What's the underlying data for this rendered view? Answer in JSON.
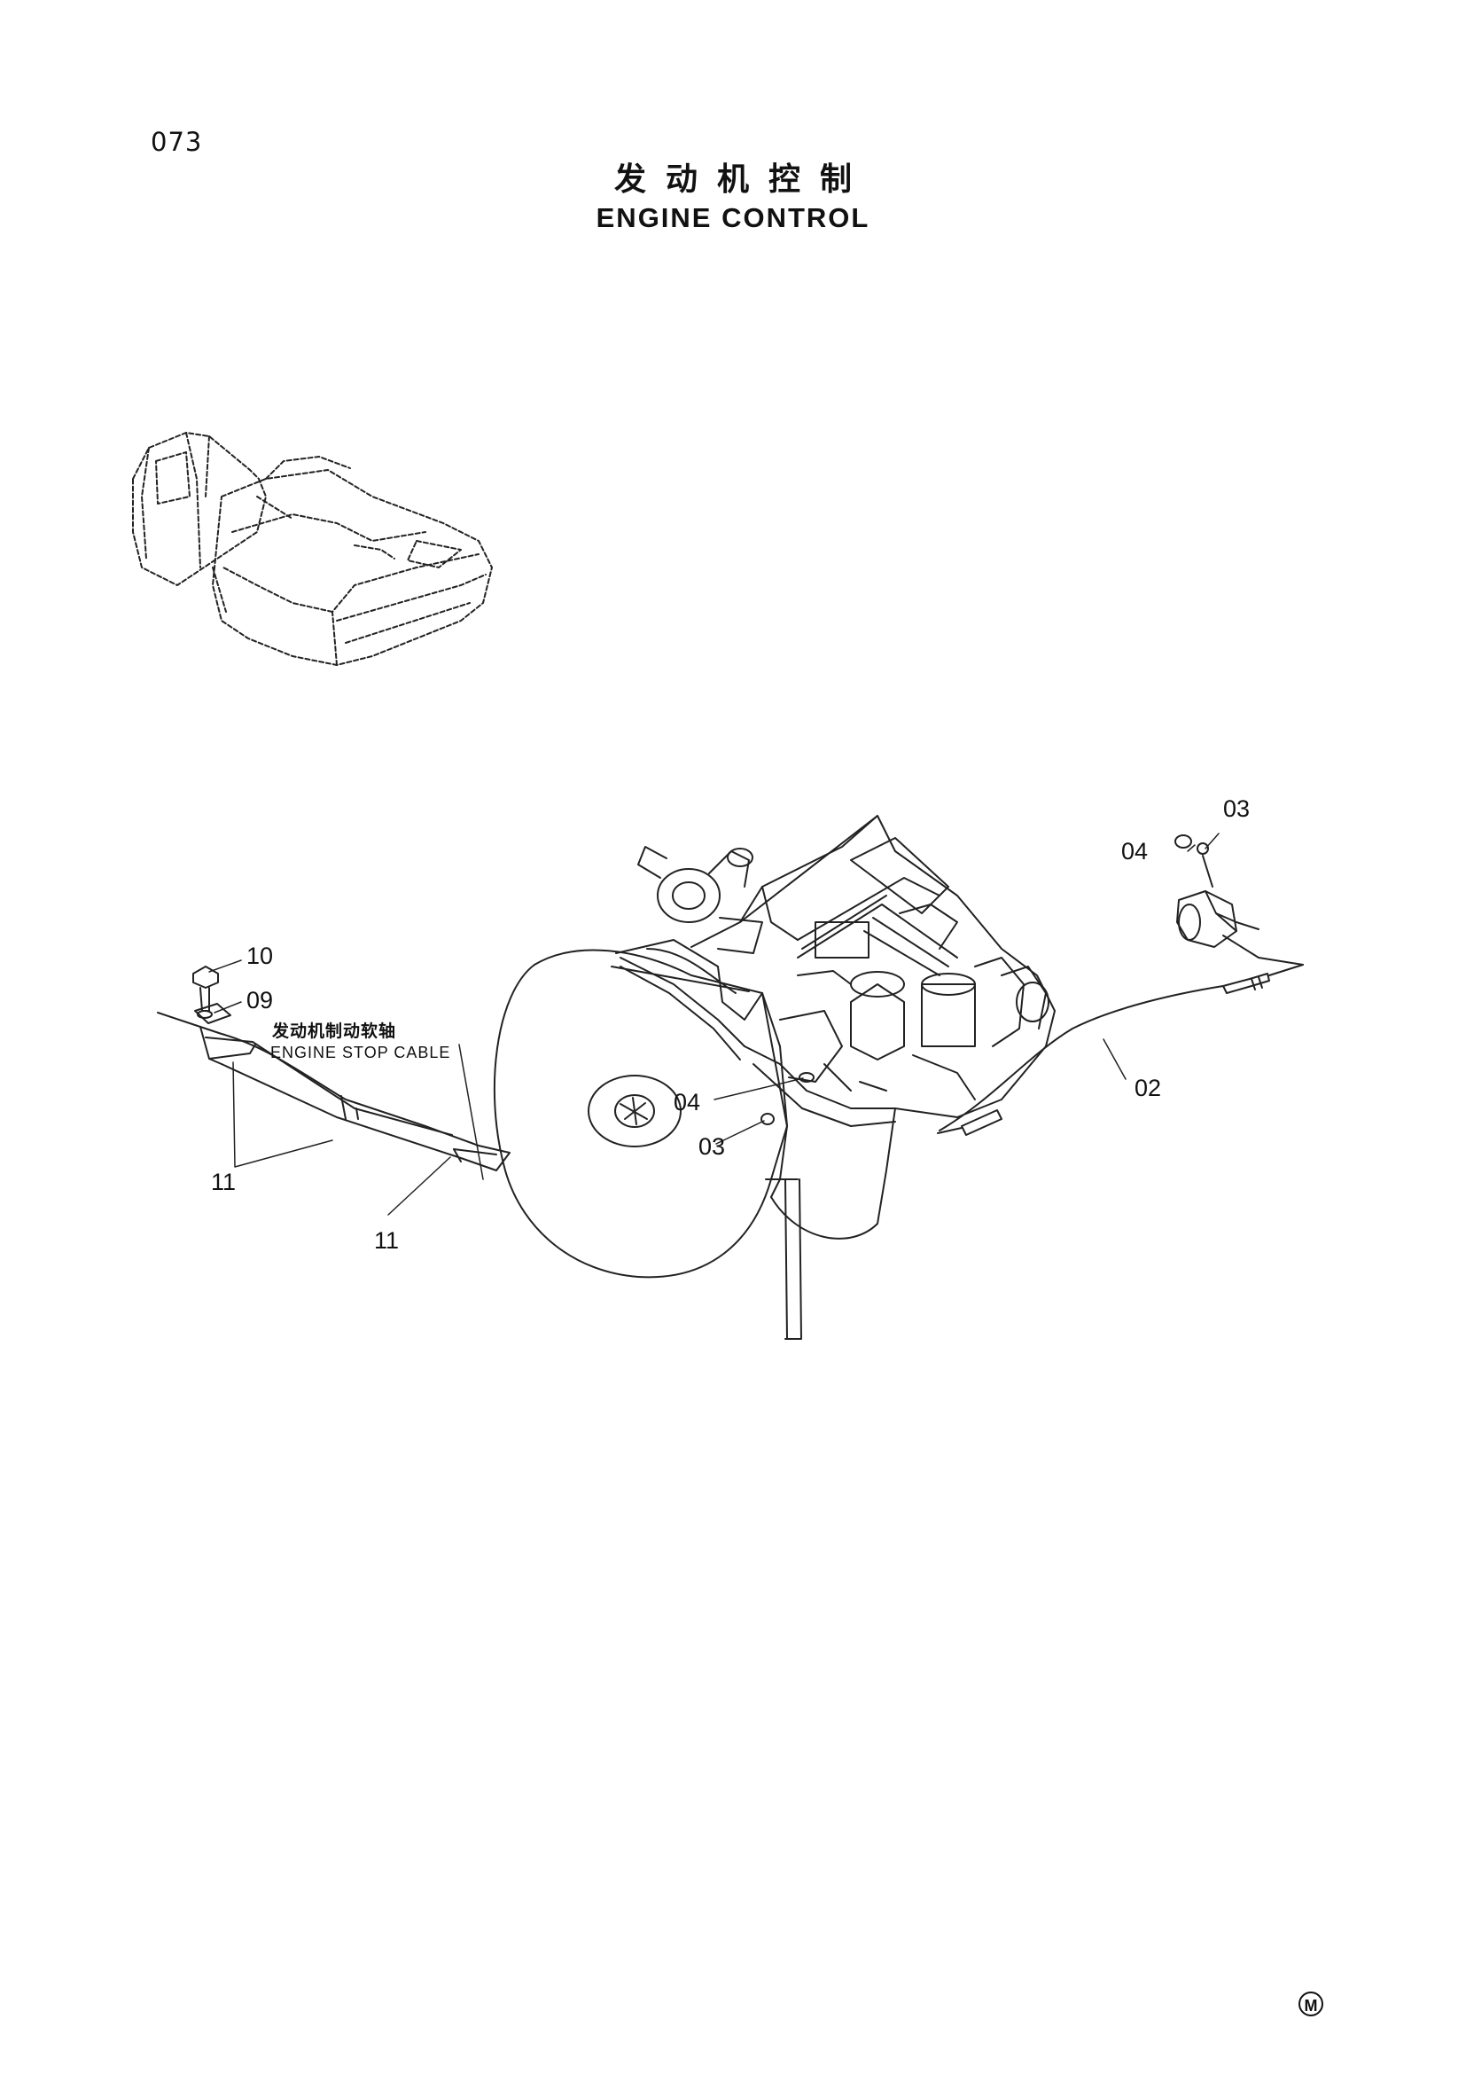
{
  "page": {
    "number": "073"
  },
  "title": {
    "cn": "发动机控制",
    "en": "ENGINE CONTROL"
  },
  "callouts": {
    "c02": "02",
    "c03_top": "03",
    "c04_top": "04",
    "c04_mid": "04",
    "c03_mid": "03",
    "c09": "09",
    "c10": "10",
    "c11_left": "11",
    "c11_bottom": "11"
  },
  "cable_label": {
    "cn": "发动机制动软轴",
    "en": "ENGINE STOP CABLE"
  },
  "footer": {
    "mark": "M"
  }
}
